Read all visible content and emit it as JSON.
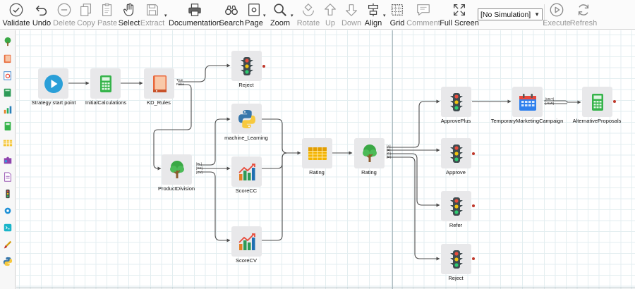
{
  "toolbar": {
    "validate": "Validate",
    "undo": "Undo",
    "delete": "Delete",
    "copy": "Copy",
    "paste": "Paste",
    "select": "Select",
    "extract": "Extract",
    "documentation": "Documentation",
    "search": "Search",
    "page": "Page",
    "zoom": "Zoom",
    "rotate": "Rotate",
    "up": "Up",
    "down": "Down",
    "align": "Align",
    "grid": "Grid",
    "comment": "Comment",
    "full_screen": "Full Screen",
    "simulation_value": "[No Simulation]",
    "execute": "Execute",
    "refresh": "Refresh"
  },
  "palette": {
    "icons": [
      "tree-icon",
      "book-icon",
      "report-icon",
      "book-green-icon",
      "chart-icon",
      "calculator-icon",
      "table-icon",
      "puzzle-icon",
      "document-icon",
      "traffic-light-icon",
      "gear-icon",
      "script-icon",
      "brush-icon",
      "python-icon"
    ]
  },
  "nodes": {
    "strategy_start": "Strategy start point",
    "initial_calculations": "InitialCalculations",
    "kd_rules": "KD_Rules",
    "reject_top": "Reject",
    "machine_learning": "machine_Learning",
    "product_division": "ProductDivision",
    "score_cc": "ScoreCC",
    "score_cv": "ScoreCV",
    "rating_table": "Rating",
    "rating_tree": "Rating",
    "approve_plus": "ApprovePlus",
    "temp_marketing": "TemporaryMarketingCampaign",
    "alternative_proposals": "AlternativeProposals",
    "approve": "Approve",
    "refer": "Refer",
    "reject_bottom": "Reject"
  },
  "ports": {
    "kd_rules": [
      "True",
      "False"
    ],
    "product_division": [
      "[PL]",
      "[CC]",
      "[CV]"
    ],
    "rating_tree": [
      "[A]",
      "[B]",
      "[C]",
      "[D]"
    ],
    "temp_marketing": [
      "[MKT]",
      "[ALW]"
    ]
  },
  "colors": {
    "wire": "#4d4d4d",
    "node_bg": "#e8e8ea",
    "grid": "#e3eef0",
    "accent_blue": "#2a9fd8",
    "calc_green": "#35b34a",
    "alert_red": "#c0392b"
  }
}
